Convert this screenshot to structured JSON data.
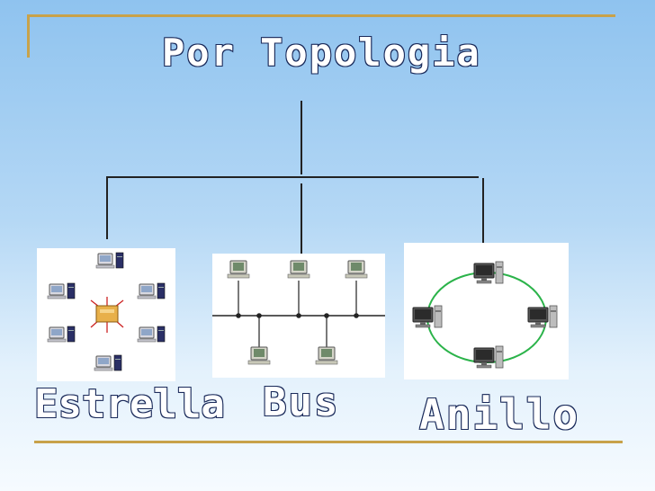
{
  "title": "Por Topologia",
  "topologies": [
    {
      "id": "star",
      "label": "Estrella"
    },
    {
      "id": "bus",
      "label": "Bus"
    },
    {
      "id": "ring",
      "label": "Anillo"
    }
  ],
  "colors": {
    "frame": "#c8a24a",
    "ring": "#2bb34a",
    "text_outline": "#1a2a5a",
    "hub": "#e8b04a"
  },
  "icons": [
    "computer-icon",
    "hub-icon"
  ]
}
